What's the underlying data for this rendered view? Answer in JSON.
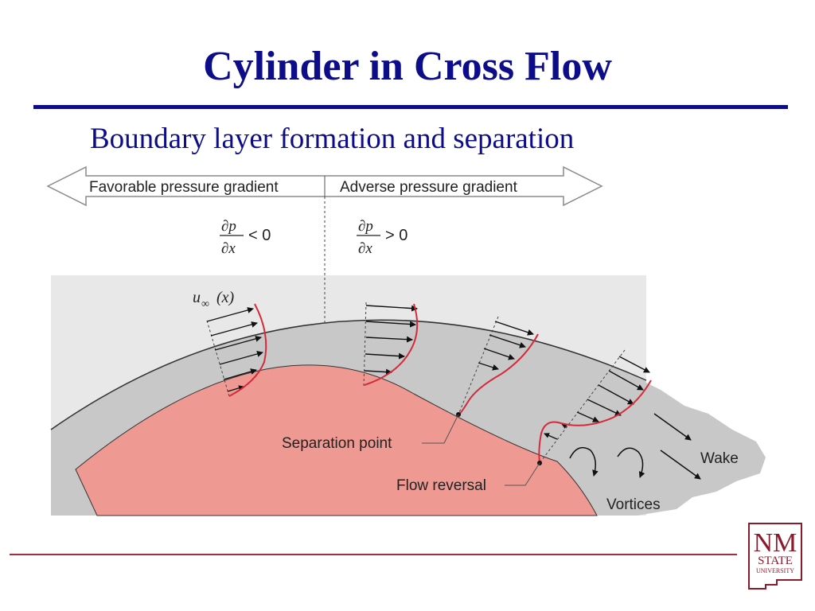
{
  "slide": {
    "title": "Cylinder in Cross Flow",
    "subtitle": "Boundary layer formation and separation"
  },
  "diagram": {
    "favorable_label": "Favorable pressure gradient",
    "adverse_label": "Adverse pressure gradient",
    "favorable_equation": {
      "numerator": "∂p",
      "denominator": "∂x",
      "relation": "< 0"
    },
    "adverse_equation": {
      "numerator": "∂p",
      "denominator": "∂x",
      "relation": "> 0"
    },
    "freestream_label": {
      "symbol": "u",
      "subscript": "∞",
      "argument": "(x)"
    },
    "separation_label": "Separation point",
    "flow_reversal_label": "Flow reversal",
    "wake_label": "Wake",
    "vortices_label": "Vortices",
    "colors": {
      "freestream_region": "#e8e8e8",
      "boundary_layer": "#c8c8c8",
      "cylinder": "#ee9a92",
      "velocity_profile": "#d42a3a"
    }
  },
  "logo": {
    "initials": "NM",
    "line1": "STATE",
    "line2": "UNIVERSITY",
    "color": "#8b1a2b"
  }
}
